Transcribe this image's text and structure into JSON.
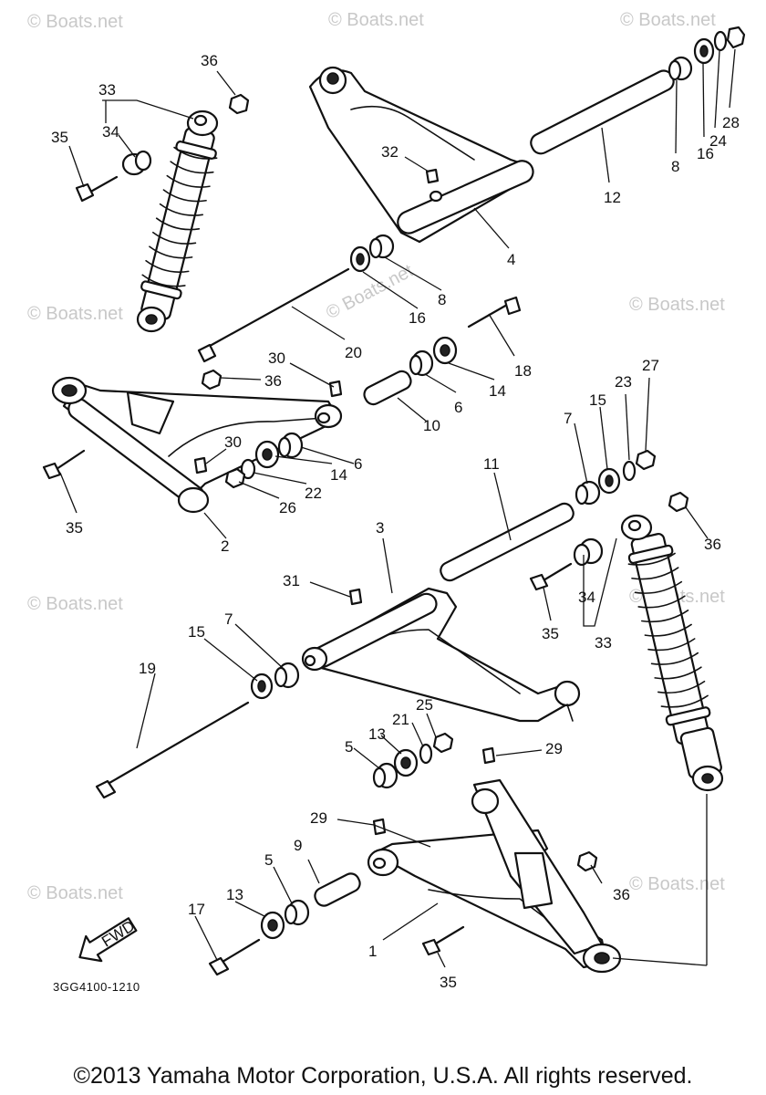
{
  "callouts": [
    "36",
    "33",
    "34",
    "35",
    "32",
    "8",
    "16",
    "24",
    "28",
    "12",
    "4",
    "16",
    "8",
    "20",
    "18",
    "14",
    "6",
    "30",
    "36",
    "10",
    "35",
    "30",
    "14",
    "22",
    "26",
    "6",
    "2",
    "7",
    "15",
    "23",
    "27",
    "11",
    "3",
    "36",
    "31",
    "34",
    "35",
    "33",
    "19",
    "15",
    "7",
    "25",
    "21",
    "13",
    "5",
    "29",
    "29",
    "9",
    "5",
    "13",
    "17",
    "36",
    "1",
    "35"
  ],
  "watermarks": [
    "© Boats.net",
    "© Boats.net",
    "© Boats.net",
    "© Boats.net",
    "© Boats.net",
    "© Boats.net",
    "© Boats.net",
    "© Boats.net",
    "© Boats.net",
    "© Boats.net"
  ],
  "fwd_label": "FWD",
  "diagram_code": "3GG4100-1210",
  "copyright": "©2013 Yamaha Motor Corporation, U.S.A. All rights reserved."
}
